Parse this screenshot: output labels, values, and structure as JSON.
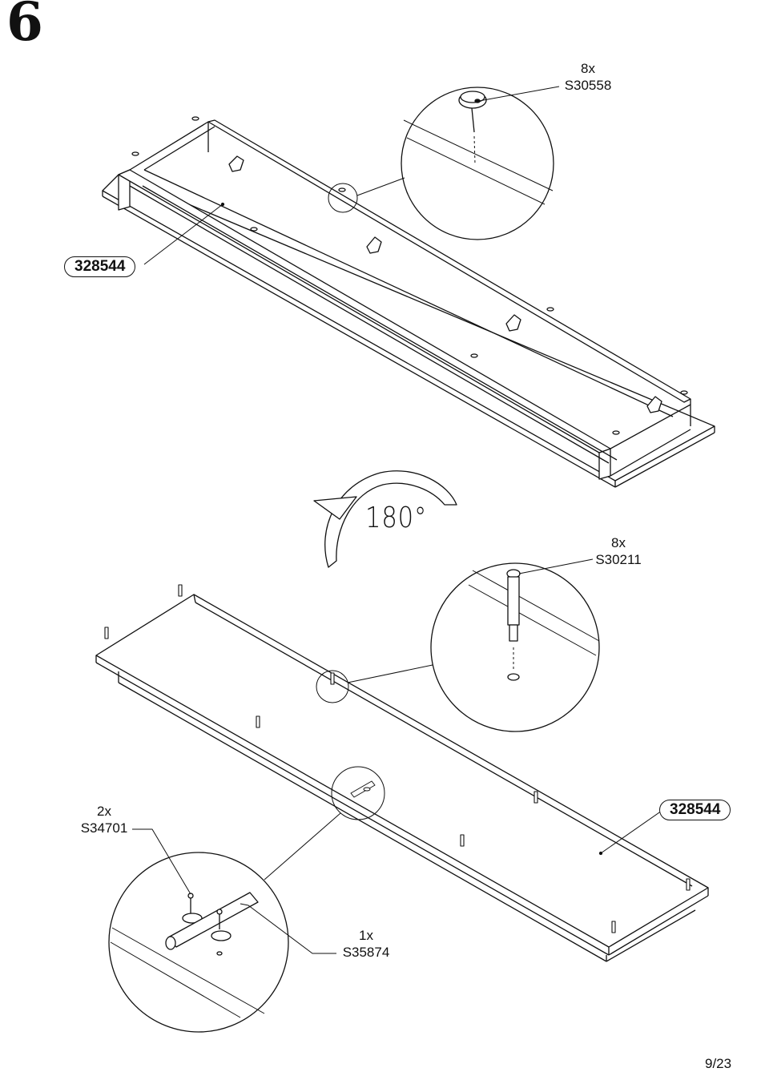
{
  "step": {
    "number": "6"
  },
  "top_assembly": {
    "panel_part": "328544",
    "hardware": {
      "quantity": "8x",
      "code": "S30558"
    }
  },
  "rotation": {
    "label": "180°"
  },
  "bottom_assembly": {
    "panel_part": "328544",
    "dowel": {
      "quantity": "8x",
      "code": "S30211"
    },
    "screw": {
      "quantity": "2x",
      "code": "S34701"
    },
    "connector": {
      "quantity": "1x",
      "code": "S35874"
    }
  },
  "footer": {
    "page": "9/23"
  }
}
